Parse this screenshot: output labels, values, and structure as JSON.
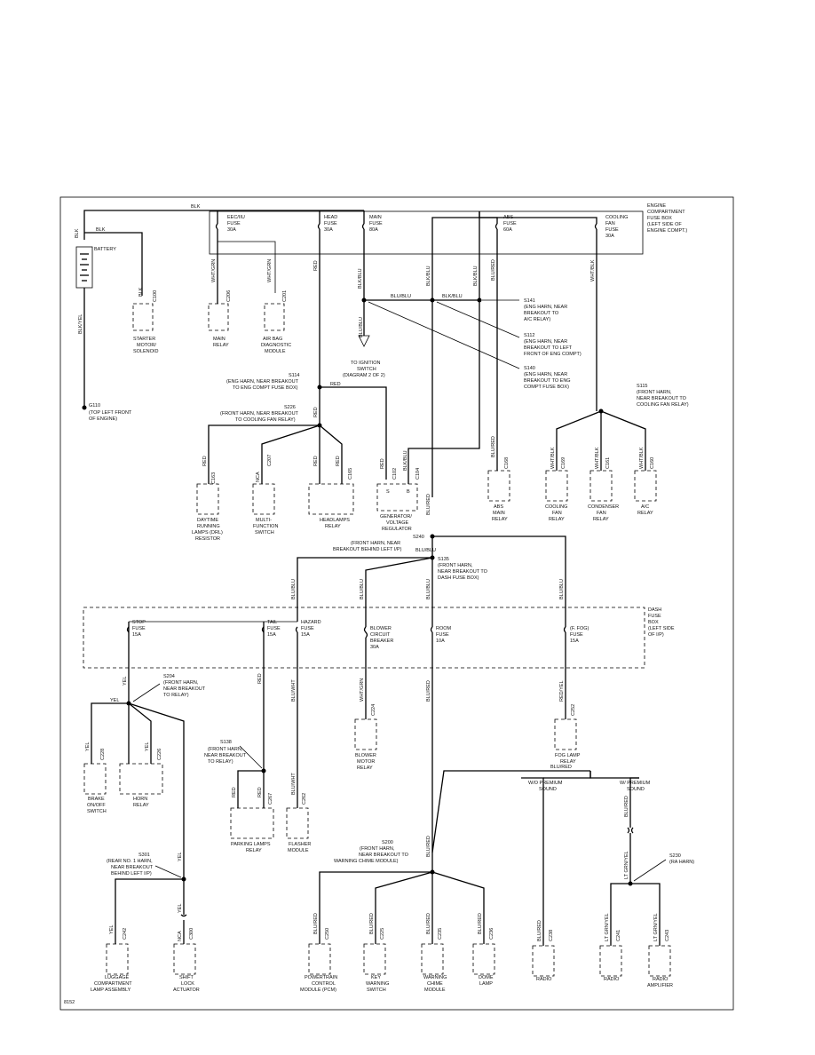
{
  "labels": {
    "diagram_id": "8152",
    "engine_box": [
      "ENGINE",
      "COMPARTMENT",
      "FUSE BOX",
      "(LEFT SIDE OF",
      "ENGINE COMPT.)"
    ],
    "dash_box": [
      "DASH",
      "FUSE",
      "BOX",
      "(LEFT SIDE",
      "OF I/P)"
    ],
    "fuses": {
      "eec": [
        "EEC/IIU",
        "FUSE",
        "30A"
      ],
      "head": [
        "HEAD",
        "FUSE",
        "30A"
      ],
      "main": [
        "MAIN",
        "FUSE",
        "80A"
      ],
      "abs": [
        "ABS",
        "FUSE",
        "60A"
      ],
      "cooling": [
        "COOLING",
        "FAN",
        "FUSE",
        "30A"
      ],
      "stop": [
        "STOP",
        "FUSE",
        "15A"
      ],
      "tail": [
        "TAIL",
        "FUSE",
        "15A"
      ],
      "hazard": [
        "HAZARD",
        "FUSE",
        "15A"
      ],
      "blower": [
        "BLOWER",
        "CIRCUIT",
        "BREAKER",
        "30A"
      ],
      "room": [
        "ROOM",
        "FUSE",
        "10A"
      ],
      "fog": [
        "(F. FOG)",
        "FUSE",
        "15A"
      ]
    },
    "components": {
      "battery": "BATTERY",
      "starter": [
        "STARTER",
        "MOTOR/",
        "SOLENOID"
      ],
      "main_relay": [
        "MAIN",
        "RELAY"
      ],
      "airbag": [
        "AIR BAG",
        "DIAGNOSTIC",
        "MODULE"
      ],
      "ignition": [
        "TO IGNITION",
        "SWITCH",
        "(DIAGRAM 2 OF 2)"
      ],
      "g110": [
        "G110",
        "(TOP LEFT FRONT",
        "OF ENGINE)"
      ],
      "drl": [
        "DAYTIME",
        "RUNNING",
        "LAMPS (DRL)",
        "RESISTOR"
      ],
      "multi": [
        "MULTI-",
        "FUNCTION",
        "SWITCH"
      ],
      "headlamps": [
        "HEADLAMPS",
        "RELAY"
      ],
      "generator": [
        "GENERATOR/",
        "VOLTAGE",
        "REGULATOR"
      ],
      "abs_relay": [
        "ABS",
        "MAIN",
        "RELAY"
      ],
      "cooling_relay": [
        "COOLING",
        "FAN",
        "RELAY"
      ],
      "condenser": [
        "CONDENSER",
        "FAN",
        "RELAY"
      ],
      "ac_relay": [
        "A/C",
        "RELAY"
      ],
      "brake": [
        "BRAKE",
        "ON/OFF",
        "SWITCH"
      ],
      "horn": [
        "HORN",
        "RELAY"
      ],
      "parking": [
        "PARKING LAMPS",
        "RELAY"
      ],
      "flasher": [
        "FLASHER",
        "MODULE"
      ],
      "blower_relay": [
        "BLOWER",
        "MOTOR",
        "RELAY"
      ],
      "fog_relay": [
        "FOG LAMP",
        "RELAY"
      ],
      "luggage": [
        "LUGGAGE",
        "COMPARTMENT",
        "LAMP ASSEMBLY"
      ],
      "shift": [
        "SHIFT",
        "LOCK",
        "ACTUATOR"
      ],
      "pcm": [
        "POWERTRAIN",
        "CONTROL",
        "MODULE (PCM)"
      ],
      "key": [
        "KEY",
        "WARNING",
        "SWITCH"
      ],
      "chime": [
        "WARNING",
        "CHIME",
        "MODULE"
      ],
      "dome": [
        "DOME",
        "LAMP"
      ],
      "radio1": "RADIO",
      "radio2": "RADIO",
      "amp": [
        "RADIO",
        "AMPLIFIER"
      ],
      "wo_premium": [
        "W/O PREMIUM",
        "SOUND"
      ],
      "w_premium": [
        "W/ PREMIUM",
        "SOUND"
      ]
    },
    "splices": {
      "s141": [
        "S141",
        "(ENG HARN, NEAR",
        "BREAKOUT TO",
        "A/C RELAY)"
      ],
      "s112": [
        "S112",
        "(ENG HARN, NEAR",
        "BREAKOUT TO LEFT",
        "FRONT OF ENG COMPT)"
      ],
      "s140": [
        "S140",
        "(ENG HARN, NEAR",
        "BREAKOUT TO ENG",
        "COMPT FUSE BOX)"
      ],
      "s114": [
        "S114",
        "(ENG HARN, NEAR BREAKOUT",
        "TO ENG COMPT FUSE BOX)"
      ],
      "s226": [
        "S226",
        "(FRONT HARN, NEAR BREAKOUT",
        "TO COOLING FAN RELAY)"
      ],
      "s115": [
        "S115",
        "(FRONT HARN,",
        "NEAR BREAKOUT TO",
        "COOLING FAN RELAY)"
      ],
      "s240": [
        "S240",
        "(FRONT HARN, NEAR",
        "BREAKOUT BEHIND LEFT I/P)"
      ],
      "s135": [
        "S135",
        "(FRONT HARN,",
        "NEAR BREAKOUT TO",
        "DASH FUSE BOX)"
      ],
      "s204": [
        "S204",
        "(FRONT HARN,",
        "NEAR BREAKOUT",
        "TO RELAY)"
      ],
      "s138": [
        "S138",
        "(FRONT HARN,",
        "NEAR BREAKOUT",
        "TO RELAY)"
      ],
      "s301": [
        "S301",
        "(REAR NO. 1 HARN,",
        "NEAR BREAKOUT",
        "BEHIND LEFT I/P)"
      ],
      "s200": [
        "S200",
        "(FRONT HARN,",
        "NEAR BREAKOUT TO",
        "WARNING CHIME MODULE)"
      ],
      "s230": [
        "S230",
        "(RA HARN)"
      ]
    },
    "wires": {
      "blk": "BLK",
      "blk_yel": "BLK/YEL",
      "blk_blu": "BLK/BLU",
      "blu_blu": "BLU/BLU",
      "blu_red": "BLU/RED",
      "wht_grn": "WHT/GRN",
      "red": "RED",
      "wht_blk": "WHT/BLK",
      "yel": "YEL",
      "blu_wht": "BLU/WHT",
      "red_yel": "RED/YEL",
      "lt_grn_yel": "LT GRN/YEL",
      "nca": "NCA"
    },
    "connectors": {
      "c100": "C100",
      "c206": "C206",
      "c201": "C201",
      "c163": "C163",
      "c207": "C207",
      "c165": "C165",
      "c102": "C102",
      "c104": "C104",
      "c168": "C168",
      "c169": "C169",
      "c161": "C161",
      "c160": "C160",
      "c228": "C228",
      "c226": "C226",
      "c267": "C267",
      "c262": "C262",
      "c224": "C224",
      "c252": "C252",
      "c242": "C242",
      "c300": "C300",
      "c250": "C250",
      "c225": "C225",
      "c235": "C235",
      "c236": "C236",
      "c238": "C238",
      "c241": "C241",
      "c243": "C243"
    },
    "pins": [
      "S",
      "B"
    ]
  }
}
